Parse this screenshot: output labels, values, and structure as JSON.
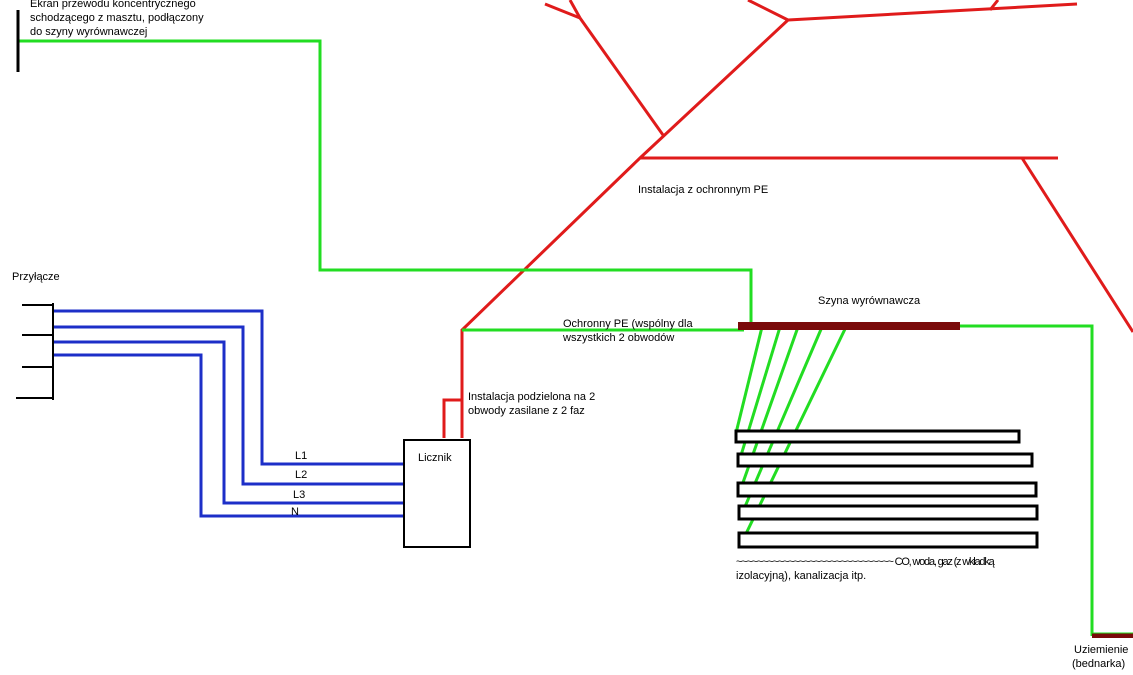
{
  "colors": {
    "red": "#e01b1b",
    "green": "#22dd22",
    "blue": "#1d2fc8",
    "black": "#000000",
    "busbar": "#7a0a0a"
  },
  "labels": {
    "mast_screen_line1": "Ekran przewodu koncentrycznego",
    "mast_screen_line2": "schodzącego z masztu, podłączony",
    "mast_screen_line3": "do szyny wyrównawczej",
    "connection": "Przyłącze",
    "installation_pe": "Instalacja z ochronnym PE",
    "pe_common_line1": "Ochronny PE (wspólny dla",
    "pe_common_line2": "wszystkich 2 obwodów",
    "busbar": "Szyna wyrównawcza",
    "split_line1": "Instalacja podzielona na 2",
    "split_line2": "obwody zasilane z 2 faz",
    "meter": "Licznik",
    "phase_l1": "L1",
    "phase_l2": "L2",
    "phase_l3": "L3",
    "neutral": "N",
    "pipes_line1": "~~~~~~~~~~~~~~~~~~~~~~~~~~~~~~ CO, woda, gaz (z wkładką",
    "pipes_line2": "izolacyjną), kanalizacja itp.",
    "earthing_line1": "Uziemienie",
    "earthing_line2": "(bednarka)"
  }
}
